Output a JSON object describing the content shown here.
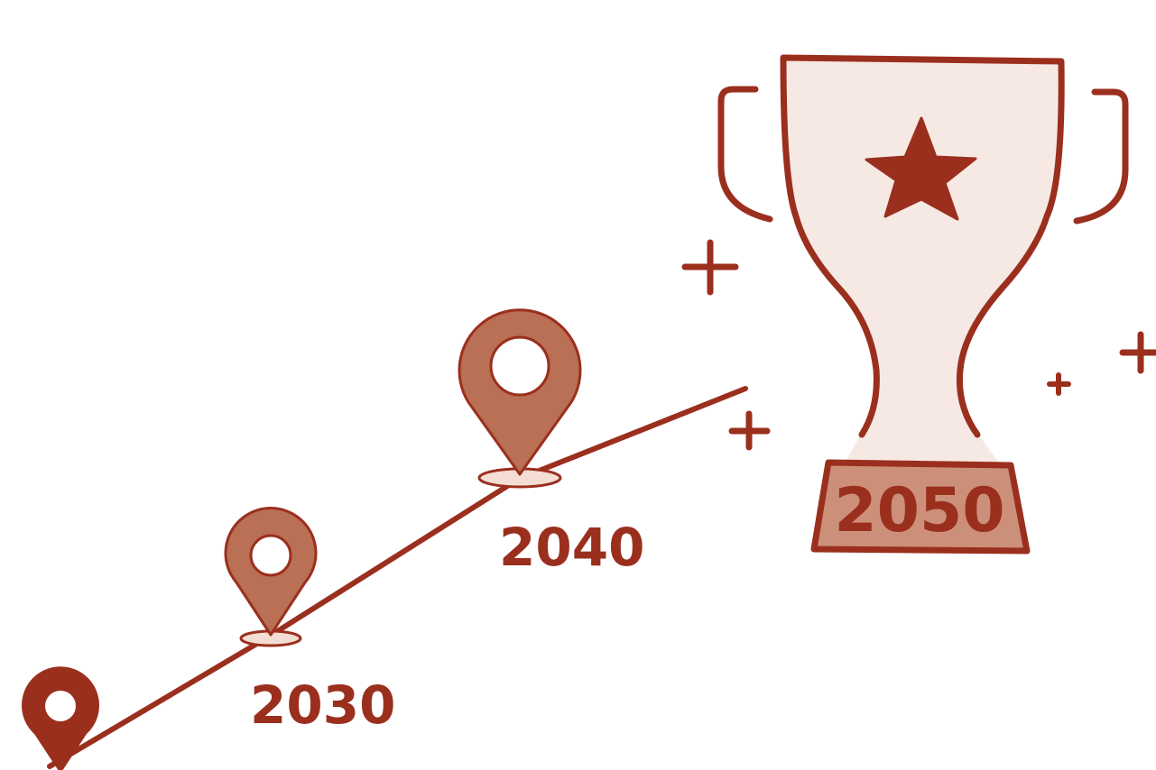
{
  "milestones": [
    {
      "year": "2030"
    },
    {
      "year": "2040"
    }
  ],
  "trophy": {
    "year": "2050"
  },
  "colors": {
    "dark_red": "#9b2f1e",
    "pin_brown": "#b97054",
    "trophy_fill": "#f6e9e4",
    "base_fill": "#cc907a",
    "shadow_fill": "#f4ddd3"
  },
  "icons": [
    "map-pin-icon",
    "trophy-icon",
    "star-icon",
    "sparkle-plus-icon"
  ]
}
